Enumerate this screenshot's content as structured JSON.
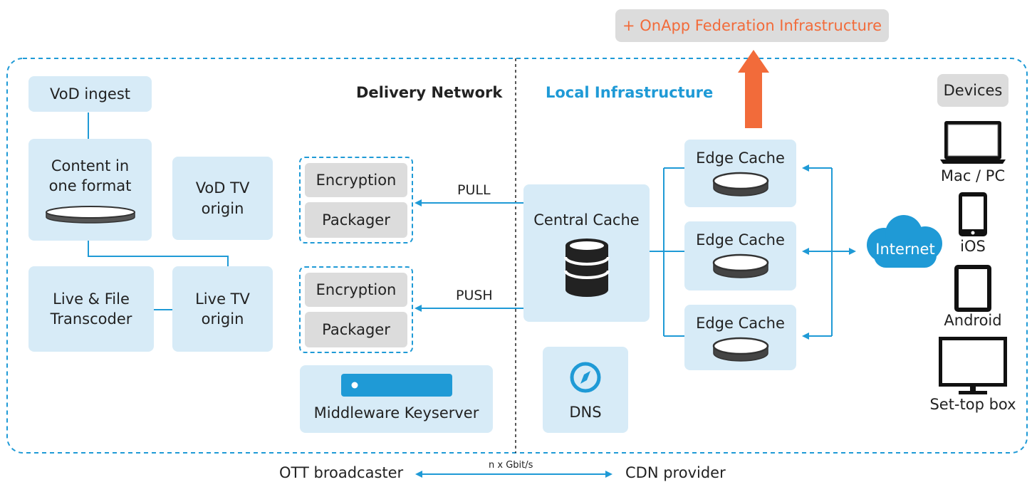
{
  "federation_label": "+ OnApp Federation Infrastructure",
  "sections": {
    "delivery_network": "Delivery Network",
    "local_infrastructure": "Local Infrastructure"
  },
  "nodes": {
    "vod_ingest": "VoD ingest",
    "content_line1": "Content in",
    "content_line2": "one format",
    "vod_tv_origin_line1": "VoD TV",
    "vod_tv_origin_line2": "origin",
    "live_file_line1": "Live & File",
    "live_file_line2": "Transcoder",
    "live_tv_origin_line1": "Live TV",
    "live_tv_origin_line2": "origin",
    "encryption": "Encryption",
    "packager": "Packager",
    "middleware": "Middleware Keyserver",
    "central_cache": "Central Cache",
    "dns": "DNS",
    "edge_cache": "Edge Cache",
    "internet": "Internet"
  },
  "edges": {
    "pull": "PULL",
    "push": "PUSH"
  },
  "devices": {
    "title": "Devices",
    "mac_pc": "Mac / PC",
    "ios": "iOS",
    "android": "Android",
    "settop": "Set-top box"
  },
  "footer": {
    "left": "OTT broadcaster",
    "right": "CDN provider",
    "link": "n x Gbit/s"
  },
  "colors": {
    "accent": "#1f9ad6",
    "federation_arrow": "#f26b3a",
    "node_fill": "#d7ebf7",
    "grey_fill": "#dcdcdc"
  }
}
